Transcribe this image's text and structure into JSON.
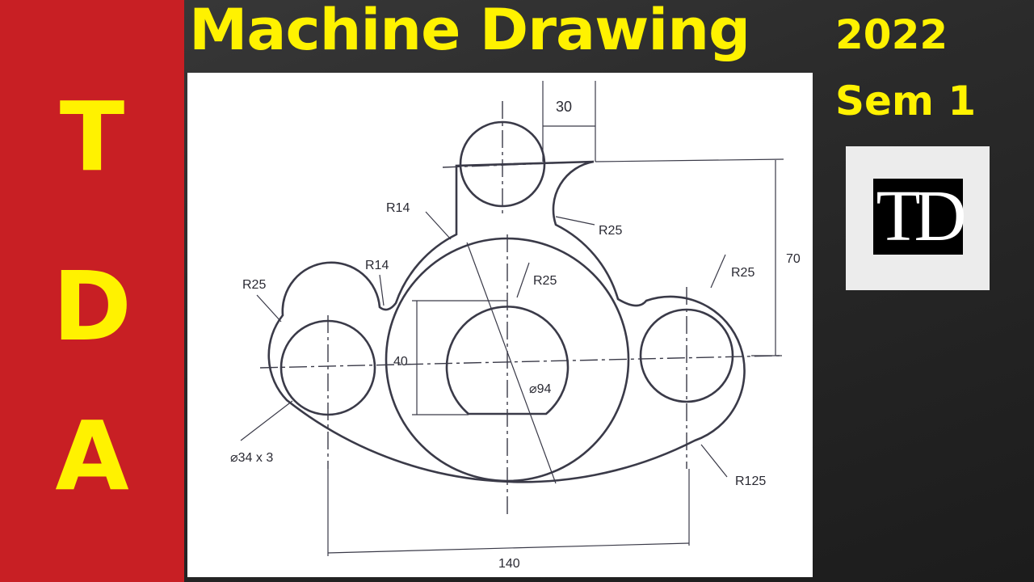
{
  "side_band": {
    "letters": [
      "T",
      "D",
      "A"
    ],
    "color": "#c81f24",
    "text_color": "#fff200"
  },
  "header": {
    "title": "Machine Drawing",
    "year": "2022",
    "semester": "Sem 1"
  },
  "logo": {
    "text": "TD"
  },
  "drawing": {
    "dimensions": {
      "top_width": "30",
      "height_70": "70",
      "slot_height": "40",
      "span": "140",
      "big_circle_dia": "⌀94",
      "holes": "⌀34 x 3"
    },
    "radii": {
      "r14_top": "R14",
      "r25_top_right": "R25",
      "r25_left": "R25",
      "r14_left": "R14",
      "r25_center": "R25",
      "r25_right": "R25",
      "r125": "R125"
    }
  }
}
